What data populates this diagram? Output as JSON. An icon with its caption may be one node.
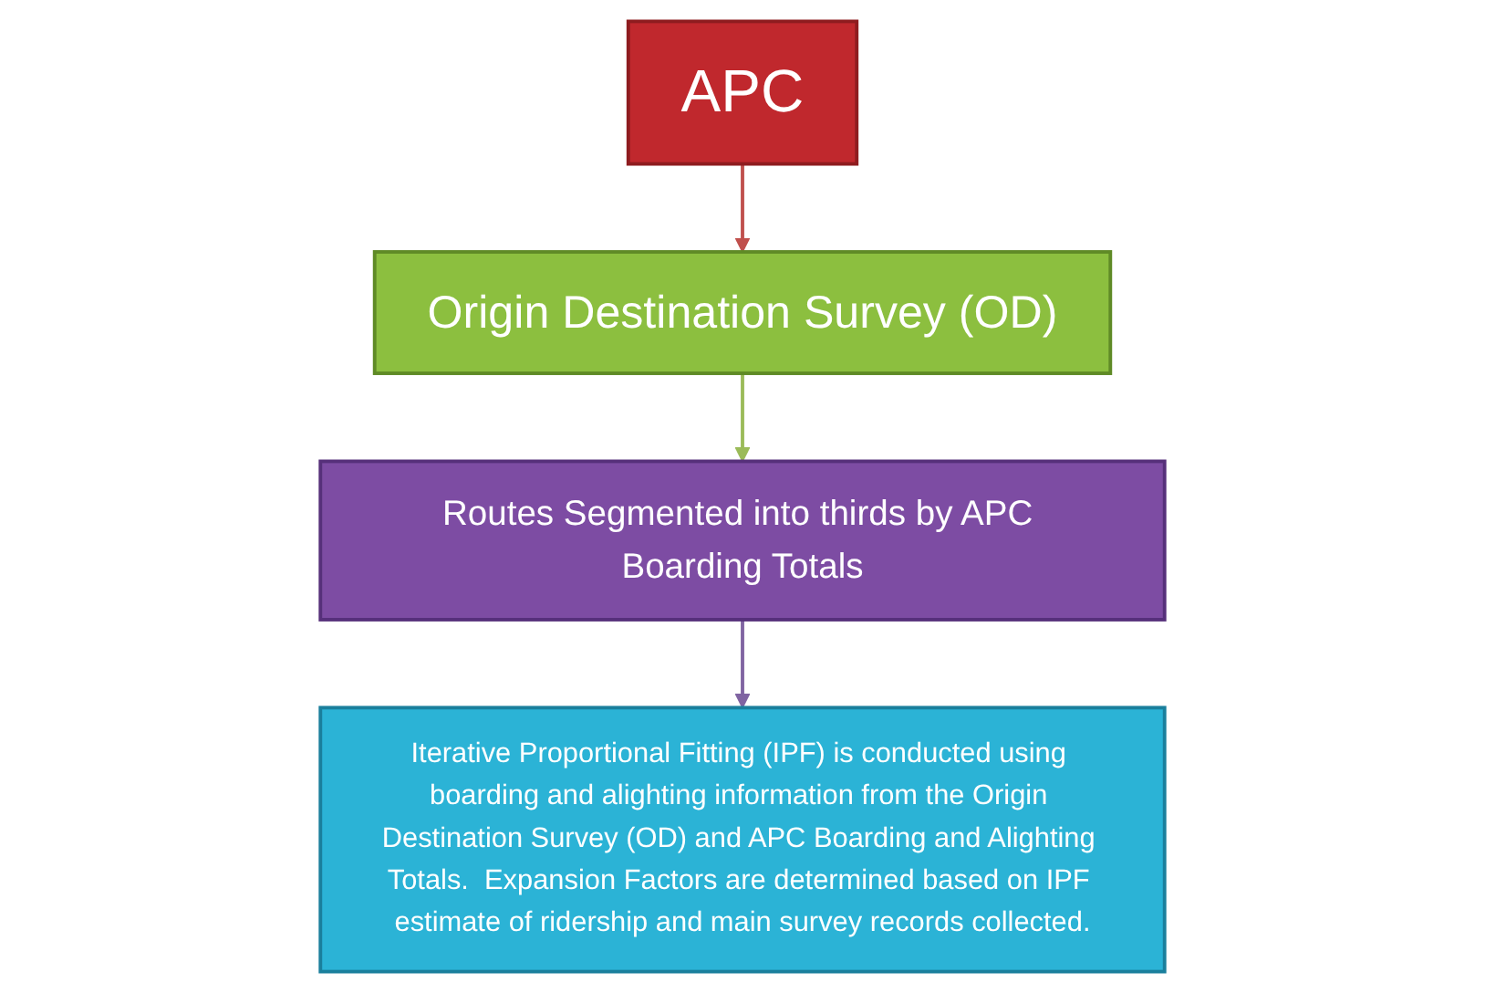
{
  "diagram": {
    "nodes": [
      {
        "text": [
          "APC"
        ]
      },
      {
        "text": [
          "Origin Destination Survey (OD)"
        ]
      },
      {
        "text": [
          "Routes Segmented into thirds by APC Boarding Totals"
        ]
      },
      {
        "text": [
          "Iterative Proportional Fitting (IPF) is conducted using boarding and alighting information from the Origin Destination Survey (OD) and APC Boarding and Alighting Totals.  Expansion Factors are determined based on IPF estimate of ridership and main survey records collected."
        ]
      }
    ],
    "edges": [
      {
        "from": 0,
        "to": 1,
        "arrow": "to",
        "color": "#c0504d"
      },
      {
        "from": 1,
        "to": 2,
        "arrow": "to",
        "color": "#9bbb59"
      },
      {
        "from": 2,
        "to": 3,
        "arrow": "to",
        "color": "#8064a2"
      }
    ]
  }
}
